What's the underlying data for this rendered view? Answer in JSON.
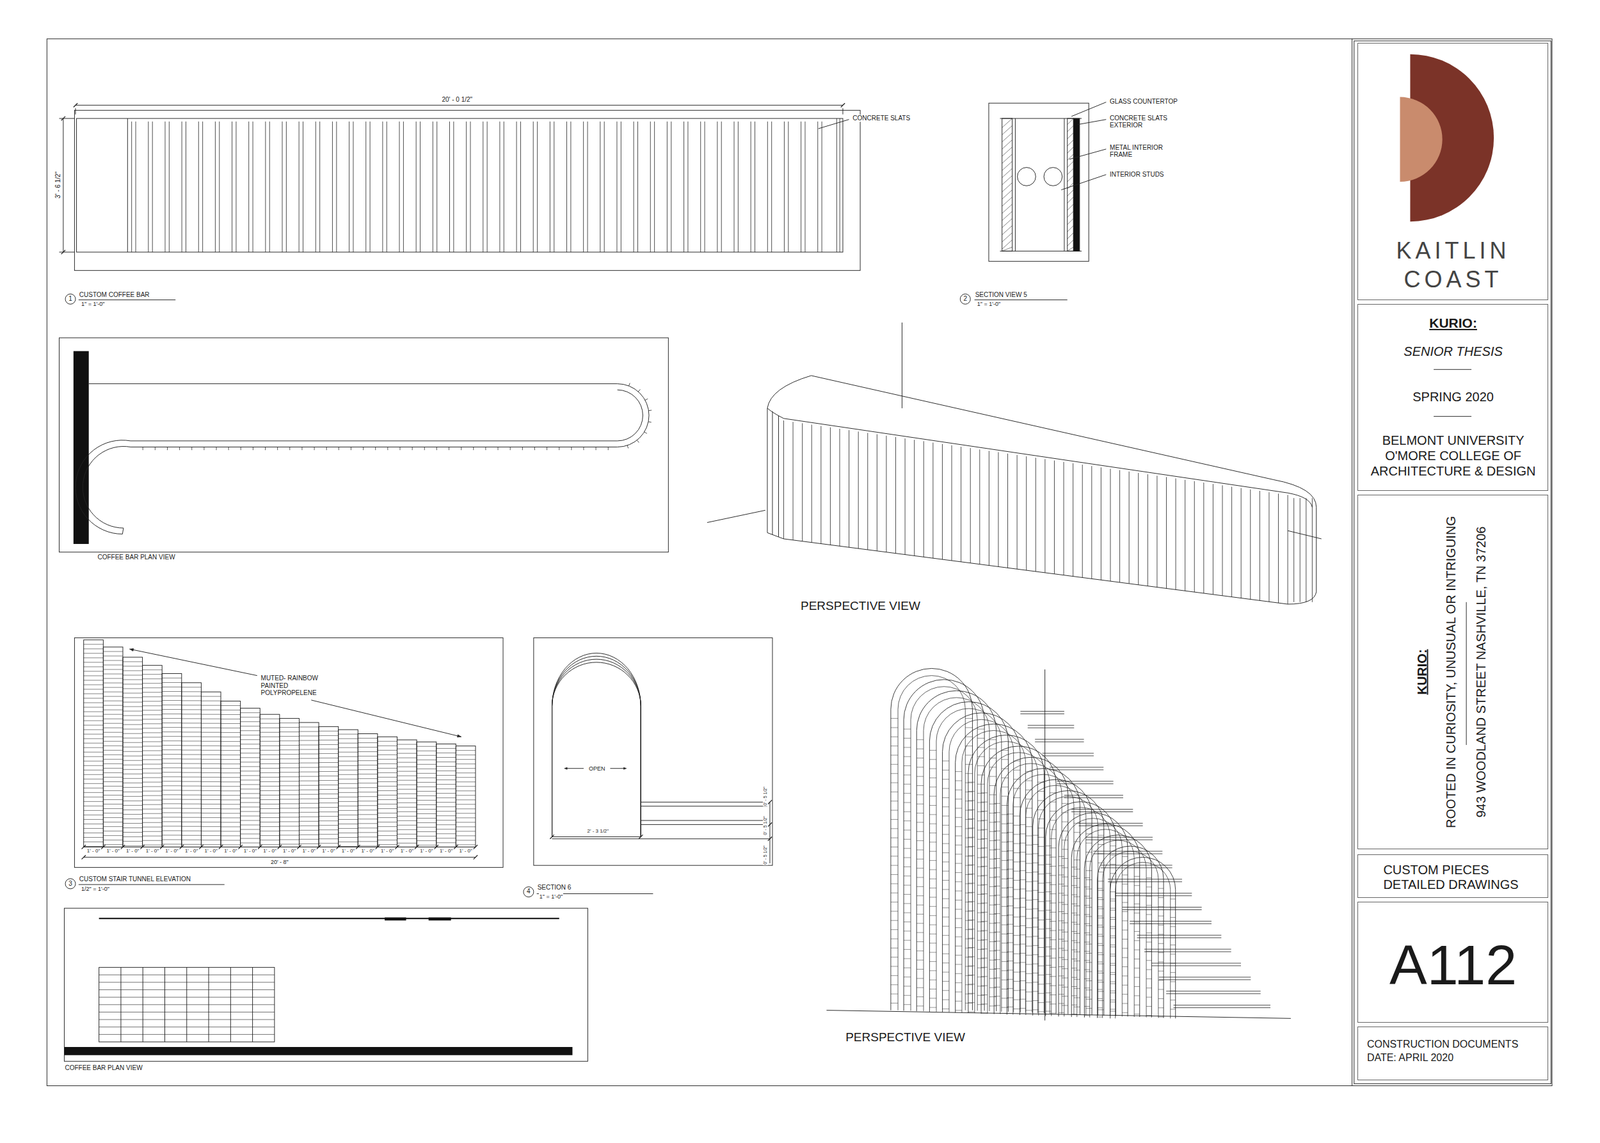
{
  "diagram": {
    "nodes": [
      {
        "text": [
          "KAITLIN COAST"
        ]
      },
      {
        "text": [
          "KURIO:",
          "SENIOR THESIS",
          "SPRING 2020",
          "BELMONT UNIVERSITY O'MORE COLLEGE OF ARCHITECTURE & DESIGN"
        ]
      },
      {
        "text": [
          "KURIO:",
          "ROOTED IN CURIOSITY, UNUSUAL OR INTRIGUING",
          "943 WOODLAND STREET NASHVILLE, TN 37206"
        ]
      },
      {
        "text": [
          "CUSTOM PIECES DETAILED DRAWINGS"
        ]
      },
      {
        "text": [
          "A112"
        ]
      },
      {
        "text": [
          "CONSTRUCTION DOCUMENTS",
          "DATE: APRIL 2020"
        ]
      }
    ],
    "labels": [
      "20' - 0 1/2\"",
      "3' - 6 1/2\"",
      "CONCRETE SLATS",
      "1",
      "CUSTOM COFFEE BAR",
      "1\" = 1'-0\"",
      "GLASS COUNTERTOP",
      "CONCRETE SLATS EXTERIOR",
      "METAL INTERIOR FRAME",
      "INTERIOR STUDS",
      "2",
      "SECTION VIEW 5",
      "1\" = 1'-0\"",
      "COFFEE BAR PLAN VIEW",
      "PERSPECTIVE VIEW",
      "MUTED- RAINBOW PAINTED POLYPROPELENE",
      "1' - 0\"",
      "1' - 0\"",
      "1' - 0\"",
      "1' - 0\"",
      "1' - 0\"",
      "1' - 0\"",
      "1' - 0\"",
      "1' - 0\"",
      "1' - 0\"",
      "1' - 0\"",
      "1' - 0\"",
      "1' - 0\"",
      "1' - 0\"",
      "1' - 0\"",
      "1' - 0\"",
      "1' - 0\"",
      "1' - 0\"",
      "1' - 0\"",
      "1' - 0\"",
      "1' - 0\"",
      "20' - 8\"",
      "3",
      "CUSTOM STAIR TUNNEL ELEVATION",
      "1/2\" = 1'-0\"",
      "OPEN",
      "2' - 3 1/2\"",
      "0' - 5 1/2\"",
      "0' - 5 1/2\"",
      "0' - 5 1/2\"",
      "4",
      "SECTION 6",
      "1\" = 1'-0\"",
      "COFFEE BAR PLAN VIEW",
      "PERSPECTIVE VIEW"
    ]
  }
}
